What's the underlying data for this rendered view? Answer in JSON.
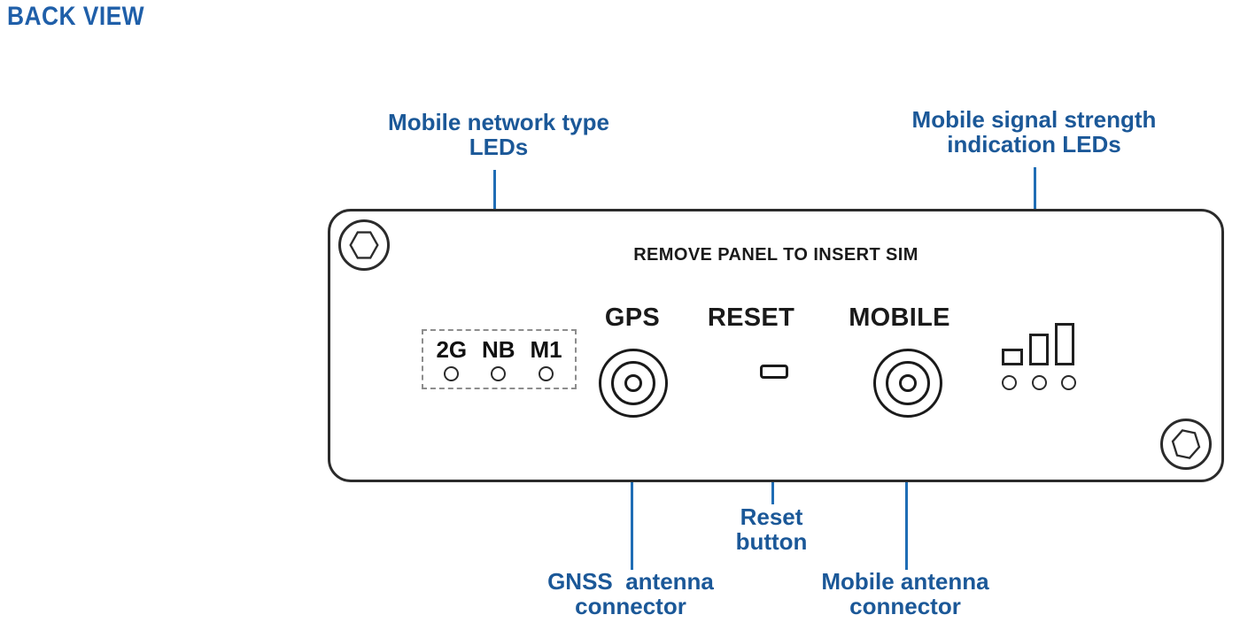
{
  "title": "BACK VIEW",
  "colors": {
    "accent_blue": "#1b5898",
    "leader_blue": "#1f6db5",
    "panel_outline": "#2b2b2b",
    "dashed_border": "#8d8d8d",
    "label_black": "#1a1a1a",
    "background": "#ffffff"
  },
  "callouts": {
    "network_type_leds": "Mobile network type\nLEDs",
    "signal_strength_leds": "Mobile signal strength\nindication LEDs",
    "reset_button": "Reset\nbutton",
    "gnss_connector": "GNSS  antenna\nconnector",
    "mobile_connector": "Mobile antenna\nconnector"
  },
  "panel": {
    "note": "REMOVE PANEL TO INSERT SIM",
    "ports": {
      "gps": "GPS",
      "reset": "RESET",
      "mobile": "MOBILE"
    },
    "network_leds": [
      {
        "label": "2G"
      },
      {
        "label": "NB"
      },
      {
        "label": "M1"
      }
    ],
    "signal_leds_count": 3,
    "signal_bars_count": 3,
    "screws": [
      {
        "position": "top-left"
      },
      {
        "position": "bottom-right"
      }
    ]
  }
}
